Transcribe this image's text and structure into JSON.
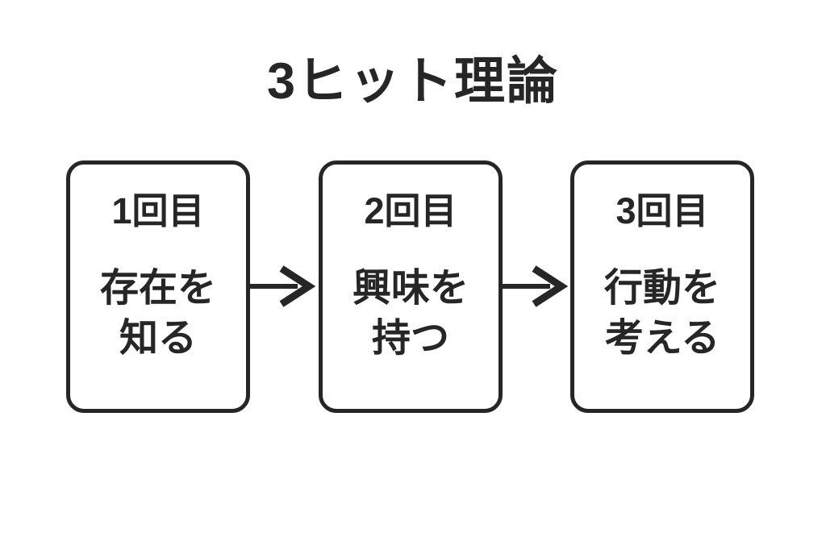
{
  "title": "3ヒット理論",
  "colors": {
    "ink": "#262626",
    "background": "#ffffff"
  },
  "diagram": {
    "type": "flow",
    "direction": "left-to-right",
    "steps": [
      {
        "label": "1回目",
        "line1": "存在を",
        "line2": "知る"
      },
      {
        "label": "2回目",
        "line1": "興味を",
        "line2": "持つ"
      },
      {
        "label": "3回目",
        "line1": "行動を",
        "line2": "考える"
      }
    ],
    "connectors": [
      "right-arrow",
      "right-arrow"
    ]
  }
}
